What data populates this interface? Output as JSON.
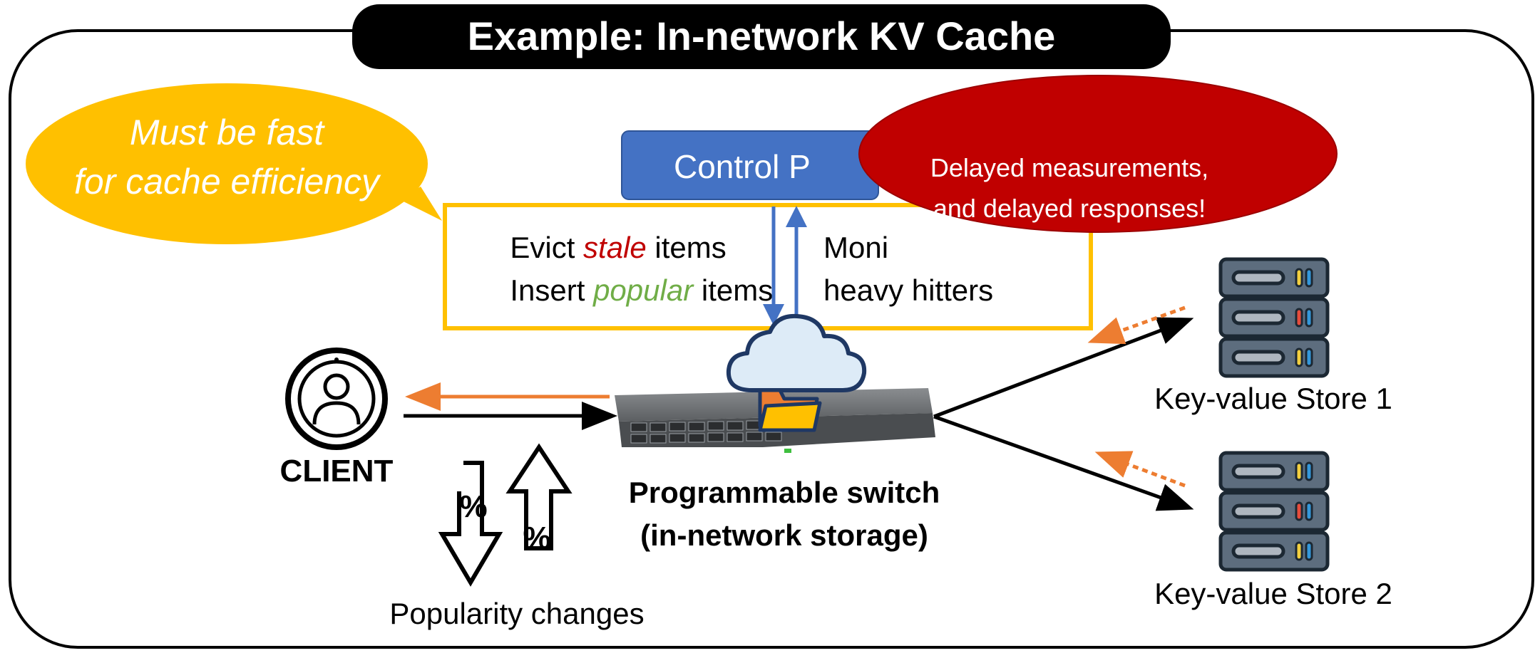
{
  "title": "Example: In-network KV Cache",
  "bubble_fast": {
    "line1": "Must be fast",
    "line2": "for cache efficiency"
  },
  "control_plane": {
    "label_visible": "Control P"
  },
  "rules": {
    "evict": {
      "prefix": "Evict ",
      "emph": "stale",
      "suffix": " items"
    },
    "insert": {
      "prefix": "Insert ",
      "emph": "popular",
      "suffix": " items"
    },
    "monitor_partial": "Moni",
    "heavy_hitters": "heavy hitters"
  },
  "bubble_delay": {
    "line1": "Delayed measurements,",
    "line2": "and delayed responses!"
  },
  "client_label": "CLIENT",
  "switch_label": {
    "line1": "Programmable switch",
    "line2": "(in-network storage)"
  },
  "popularity": {
    "label": "Popularity changes",
    "symbol": "%"
  },
  "stores": [
    {
      "label": "Key-value Store 1"
    },
    {
      "label": "Key-value Store 2"
    }
  ],
  "colors": {
    "title_bg": "#000000",
    "bubble_fast": "#FFC000",
    "bubble_delay": "#C00000",
    "control_plane": "#4472C4",
    "rule_box_border": "#FFC000",
    "stale": "#C00000",
    "popular": "#70AD47",
    "response_arrow": "#ED7D31",
    "server_body": "#5D6D7E"
  }
}
